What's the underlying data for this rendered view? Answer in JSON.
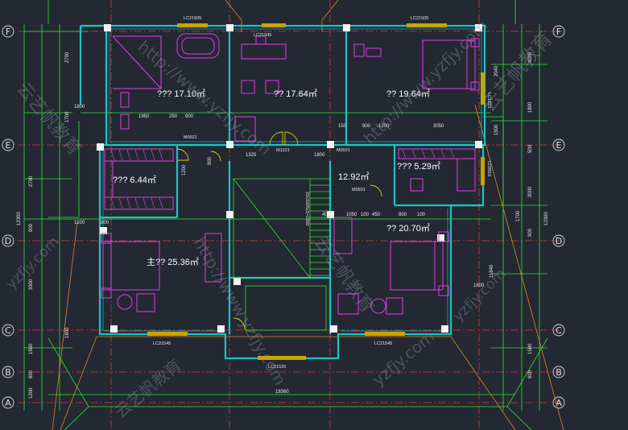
{
  "grid_axes": {
    "rows": [
      "F",
      "E",
      "D",
      "C",
      "B",
      "A"
    ],
    "row_colors": {
      "line": "#d23b3b",
      "bubble": "#dcdcdc"
    }
  },
  "rooms": [
    {
      "id": "bath",
      "label": "??? 17.10㎡"
    },
    {
      "id": "study",
      "label": "?? 17.64㎡"
    },
    {
      "id": "bedroom-ne",
      "label": "?? 19.64㎡"
    },
    {
      "id": "closet",
      "label": "??? 6.44㎡"
    },
    {
      "id": "hall",
      "label": "12.92㎡"
    },
    {
      "id": "closet-e",
      "label": "??? 5.29㎡"
    },
    {
      "id": "bedroom-se",
      "label": "?? 20.70㎡"
    },
    {
      "id": "master",
      "label": "主?? 25.36㎡"
    }
  ],
  "tags": {
    "lc_top_left": "LC21505",
    "lc_top_right": "LC21505",
    "m_study": "LC21945",
    "m1": "M0921",
    "m2": "M1221",
    "m3": "M0921",
    "m4": "M0921",
    "lc_right": "LC1223",
    "lc_right2": "LC0916",
    "lc_bottom_left": "LC21545",
    "lc_bottom_mid": "LC21525",
    "lc_bottom_right": "LC21545",
    "stair": "22x1025x1=1000"
  },
  "dims": {
    "left": [
      "2700",
      "1800",
      "1700",
      "2700",
      "1200",
      "900",
      "3300",
      "1800",
      "1500",
      "600",
      "1200",
      "12300"
    ],
    "right": [
      "2040",
      "4000",
      "1800",
      "1500",
      "500",
      "3000",
      "1700",
      "900",
      "12300",
      "11840",
      "1800",
      "1500",
      "600"
    ],
    "top": [
      "1950",
      "250",
      "900",
      "1325",
      "1800",
      "900",
      "3050",
      "1200",
      "150"
    ],
    "mid": [
      "800",
      "1200",
      "900",
      "400",
      "1050",
      "100",
      "450",
      "800",
      "100"
    ],
    "bottom": [
      "18360"
    ]
  },
  "watermarks": [
    "http://www.yzfjy.com",
    "云艺帆教育",
    "yzfjy.com"
  ],
  "colors": {
    "background": "#232833",
    "walls": "#1cc4c4",
    "dims": "#2ee62e",
    "furniture": "#e23ee2",
    "windows": "#e0b000",
    "axis": "#d23b3b"
  }
}
